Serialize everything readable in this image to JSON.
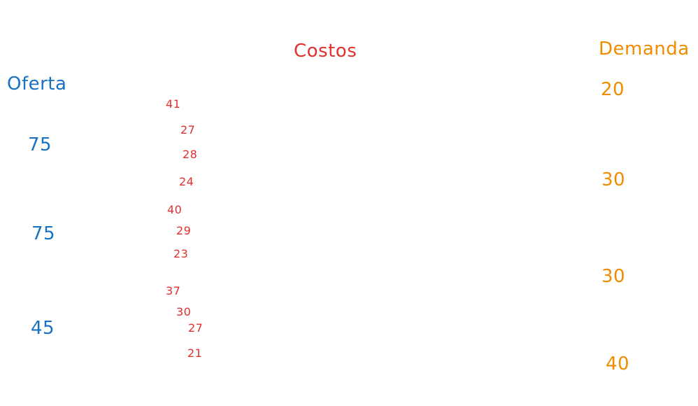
{
  "headers": {
    "costs": "Costos",
    "demand": "Demanda",
    "supply": "Oferta"
  },
  "supply": [
    "75",
    "75",
    "45"
  ],
  "demand": [
    "20",
    "30",
    "30",
    "40"
  ],
  "costs": [
    [
      "41",
      "27",
      "28",
      "24"
    ],
    [
      "40",
      "29",
      "23"
    ],
    [
      "37",
      "30",
      "27",
      "21"
    ]
  ],
  "colors": {
    "supply": "#1971c2",
    "costs": "#e03131",
    "demand": "#f08c00",
    "background": "#ffffff"
  }
}
